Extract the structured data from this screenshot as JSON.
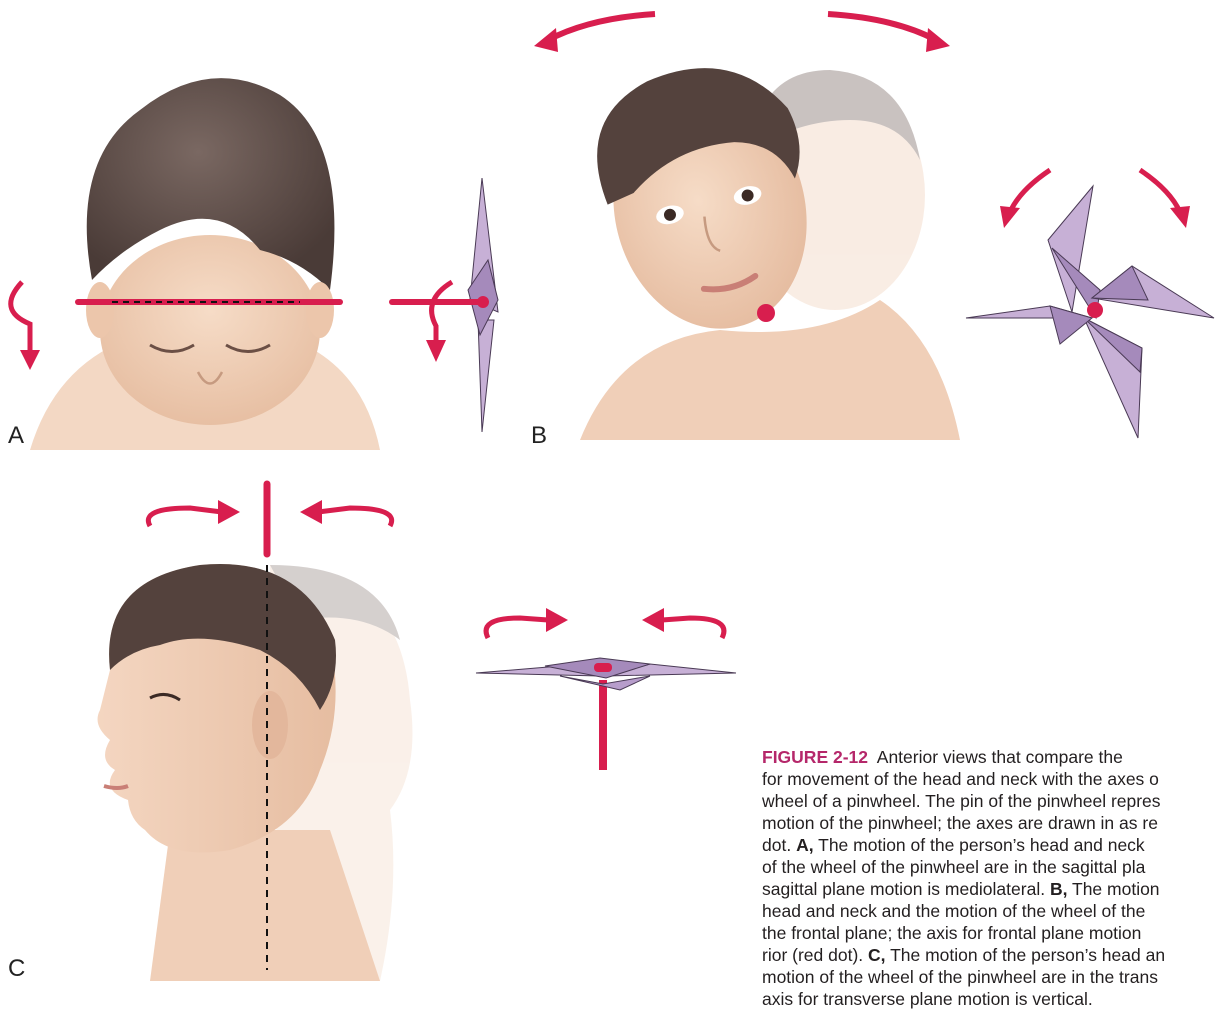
{
  "panel_labels": {
    "a": "A",
    "b": "B",
    "c": "C"
  },
  "caption": {
    "figure_id": "FIGURE 2-12",
    "lines": [
      "Anterior views that compare the",
      "for movement of the head and neck with the axes o",
      "wheel of a pinwheel. The pin of the pinwheel repres",
      "motion of the pinwheel; the axes are drawn in as re",
      "dot.",
      "The motion of the person’s head and neck",
      "of the wheel of the pinwheel are in the sagittal pla",
      "sagittal plane motion is mediolateral.",
      "The motion",
      "head and neck and the motion of the wheel of the",
      "the frontal plane; the axis for frontal plane motion",
      "rior (red dot).",
      "The motion of the person’s head an",
      "motion of the wheel of the pinwheel are in the trans",
      "axis for transverse plane motion is vertical."
    ],
    "marker_a": "A,",
    "marker_b": "B,",
    "marker_c": "C,"
  },
  "colors": {
    "axis_red": "#d81e4e",
    "arrow_red": "#d81e4e",
    "pinwheel_light": "#c7b0d6",
    "pinwheel_dark": "#a58abb",
    "pinwheel_outline": "#4a3a55",
    "hair": "#5b4a45",
    "skin": "#f2d3bd",
    "skin_shade": "#e3b79c",
    "caption_accent": "#b5276a"
  }
}
